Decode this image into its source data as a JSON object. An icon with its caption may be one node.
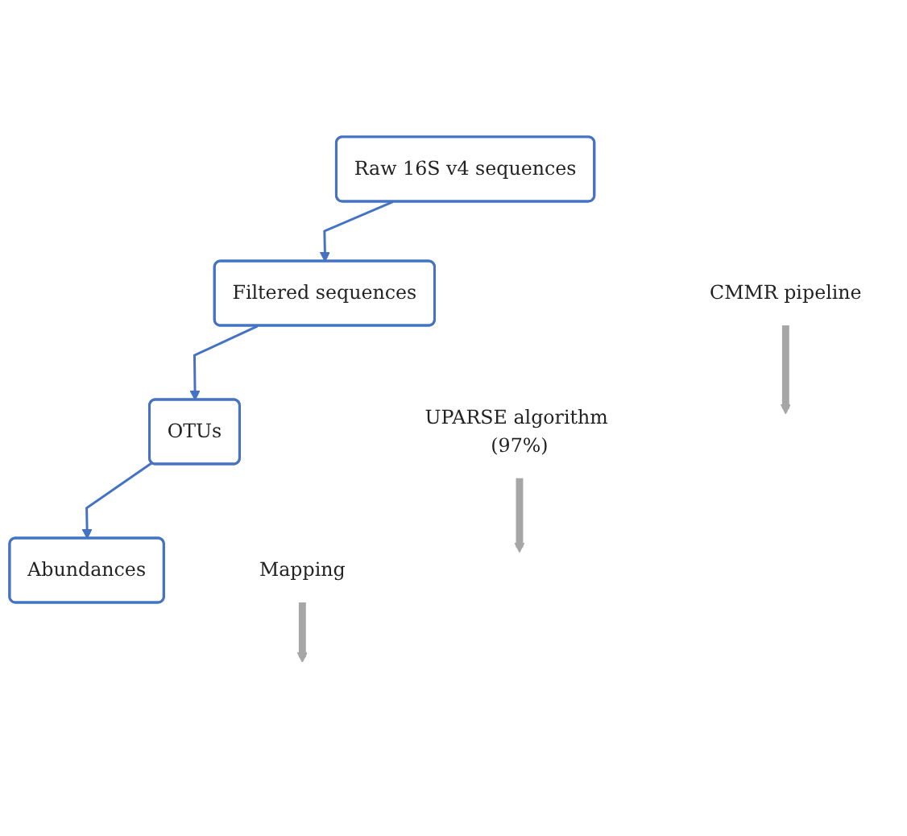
{
  "diagram": {
    "nodes": [
      {
        "text": [
          "Raw 16S v4 sequences"
        ]
      },
      {
        "text": [
          "Filtered sequences"
        ]
      },
      {
        "text": [
          "OTUs"
        ]
      },
      {
        "text": [
          "Abundances"
        ]
      },
      {
        "text": [
          "CMMR pipeline"
        ]
      },
      {
        "text": [
          "UPARSE algorithm (97%)"
        ]
      },
      {
        "text": [
          "Mapping"
        ]
      }
    ],
    "edges": [
      {
        "from": 0,
        "to": 1,
        "arrow": "to"
      },
      {
        "from": 1,
        "to": 2,
        "arrow": "to"
      },
      {
        "from": 2,
        "to": 3,
        "arrow": "to"
      },
      {
        "from": 4,
        "to": null,
        "arrow": "to",
        "style": "thick",
        "color": "#a6a6a6"
      },
      {
        "from": 5,
        "to": null,
        "arrow": "to",
        "style": "thick",
        "color": "#a6a6a6"
      },
      {
        "from": 6,
        "to": null,
        "arrow": "to",
        "style": "thick",
        "color": "#a6a6a6"
      }
    ]
  }
}
